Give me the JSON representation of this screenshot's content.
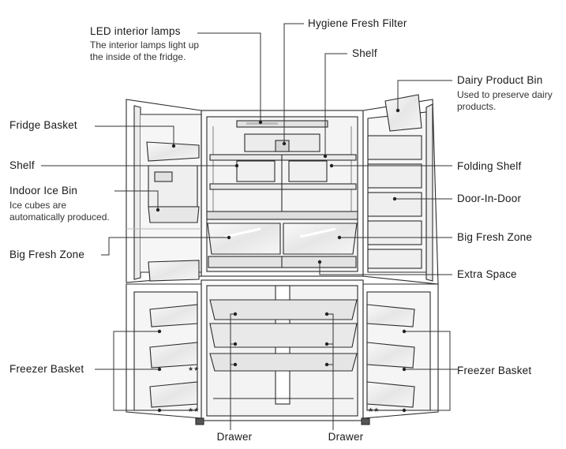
{
  "callouts": {
    "led_lamps": {
      "title": "LED interior lamps",
      "desc_line1": "The interior lamps light up",
      "desc_line2": "the inside of the fridge."
    },
    "hygiene_filter": {
      "title": "Hygiene Fresh Filter"
    },
    "shelf_top": {
      "title": "Shelf"
    },
    "dairy_bin": {
      "title": "Dairy Product Bin",
      "desc_line1": "Used to preserve dairy",
      "desc_line2": "products."
    },
    "fridge_basket": {
      "title": "Fridge Basket"
    },
    "shelf_left": {
      "title": "Shelf"
    },
    "folding_shelf": {
      "title": "Folding Shelf"
    },
    "indoor_ice_bin": {
      "title": "Indoor Ice Bin",
      "desc_line1": "Ice cubes are",
      "desc_line2": "automatically produced."
    },
    "door_in_door": {
      "title": "Door-In-Door"
    },
    "big_fresh_left": {
      "title": "Big Fresh Zone"
    },
    "big_fresh_right": {
      "title": "Big Fresh Zone"
    },
    "extra_space": {
      "title": "Extra Space"
    },
    "freezer_left": {
      "title": "Freezer Basket"
    },
    "freezer_right": {
      "title": "Freezer Basket"
    },
    "drawer_left": {
      "title": "Drawer"
    },
    "drawer_right": {
      "title": "Drawer"
    }
  },
  "markings": {
    "star_rating": "★★"
  },
  "colors": {
    "outline": "#2b2b2b",
    "line": "#3a3a3a",
    "fill_light": "#f2f2f2",
    "fill_mid": "#d9d9d9"
  }
}
